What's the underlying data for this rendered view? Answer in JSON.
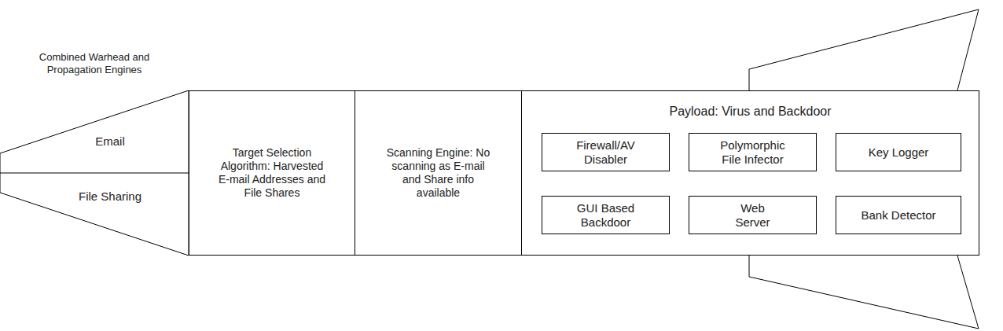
{
  "diagram": {
    "nodes": [
      {
        "text": [
          "Combined Warhead and Propagation Engines"
        ]
      },
      {
        "text": [
          "Email"
        ],
        "in": 0
      },
      {
        "text": [
          "File Sharing"
        ],
        "in": 0
      },
      {
        "text": [
          "Target Selection Algorithm: Harvested E-mail Addresses and File Shares"
        ]
      },
      {
        "text": [
          "Scanning Engine: No scanning as E-mail and Share info available"
        ]
      },
      {
        "text": [
          "Payload: Virus and Backdoor"
        ]
      },
      {
        "text": [
          "Firewall/AV Disabler"
        ],
        "in": 5
      },
      {
        "text": [
          "Polymorphic File Infector"
        ],
        "in": 5
      },
      {
        "text": [
          "Key Logger"
        ],
        "in": 5
      },
      {
        "text": [
          "GUI Based Backdoor"
        ],
        "in": 5
      },
      {
        "text": [
          "Web Server"
        ],
        "in": 5
      },
      {
        "text": [
          "Bank Detector"
        ],
        "in": 5
      }
    ]
  }
}
